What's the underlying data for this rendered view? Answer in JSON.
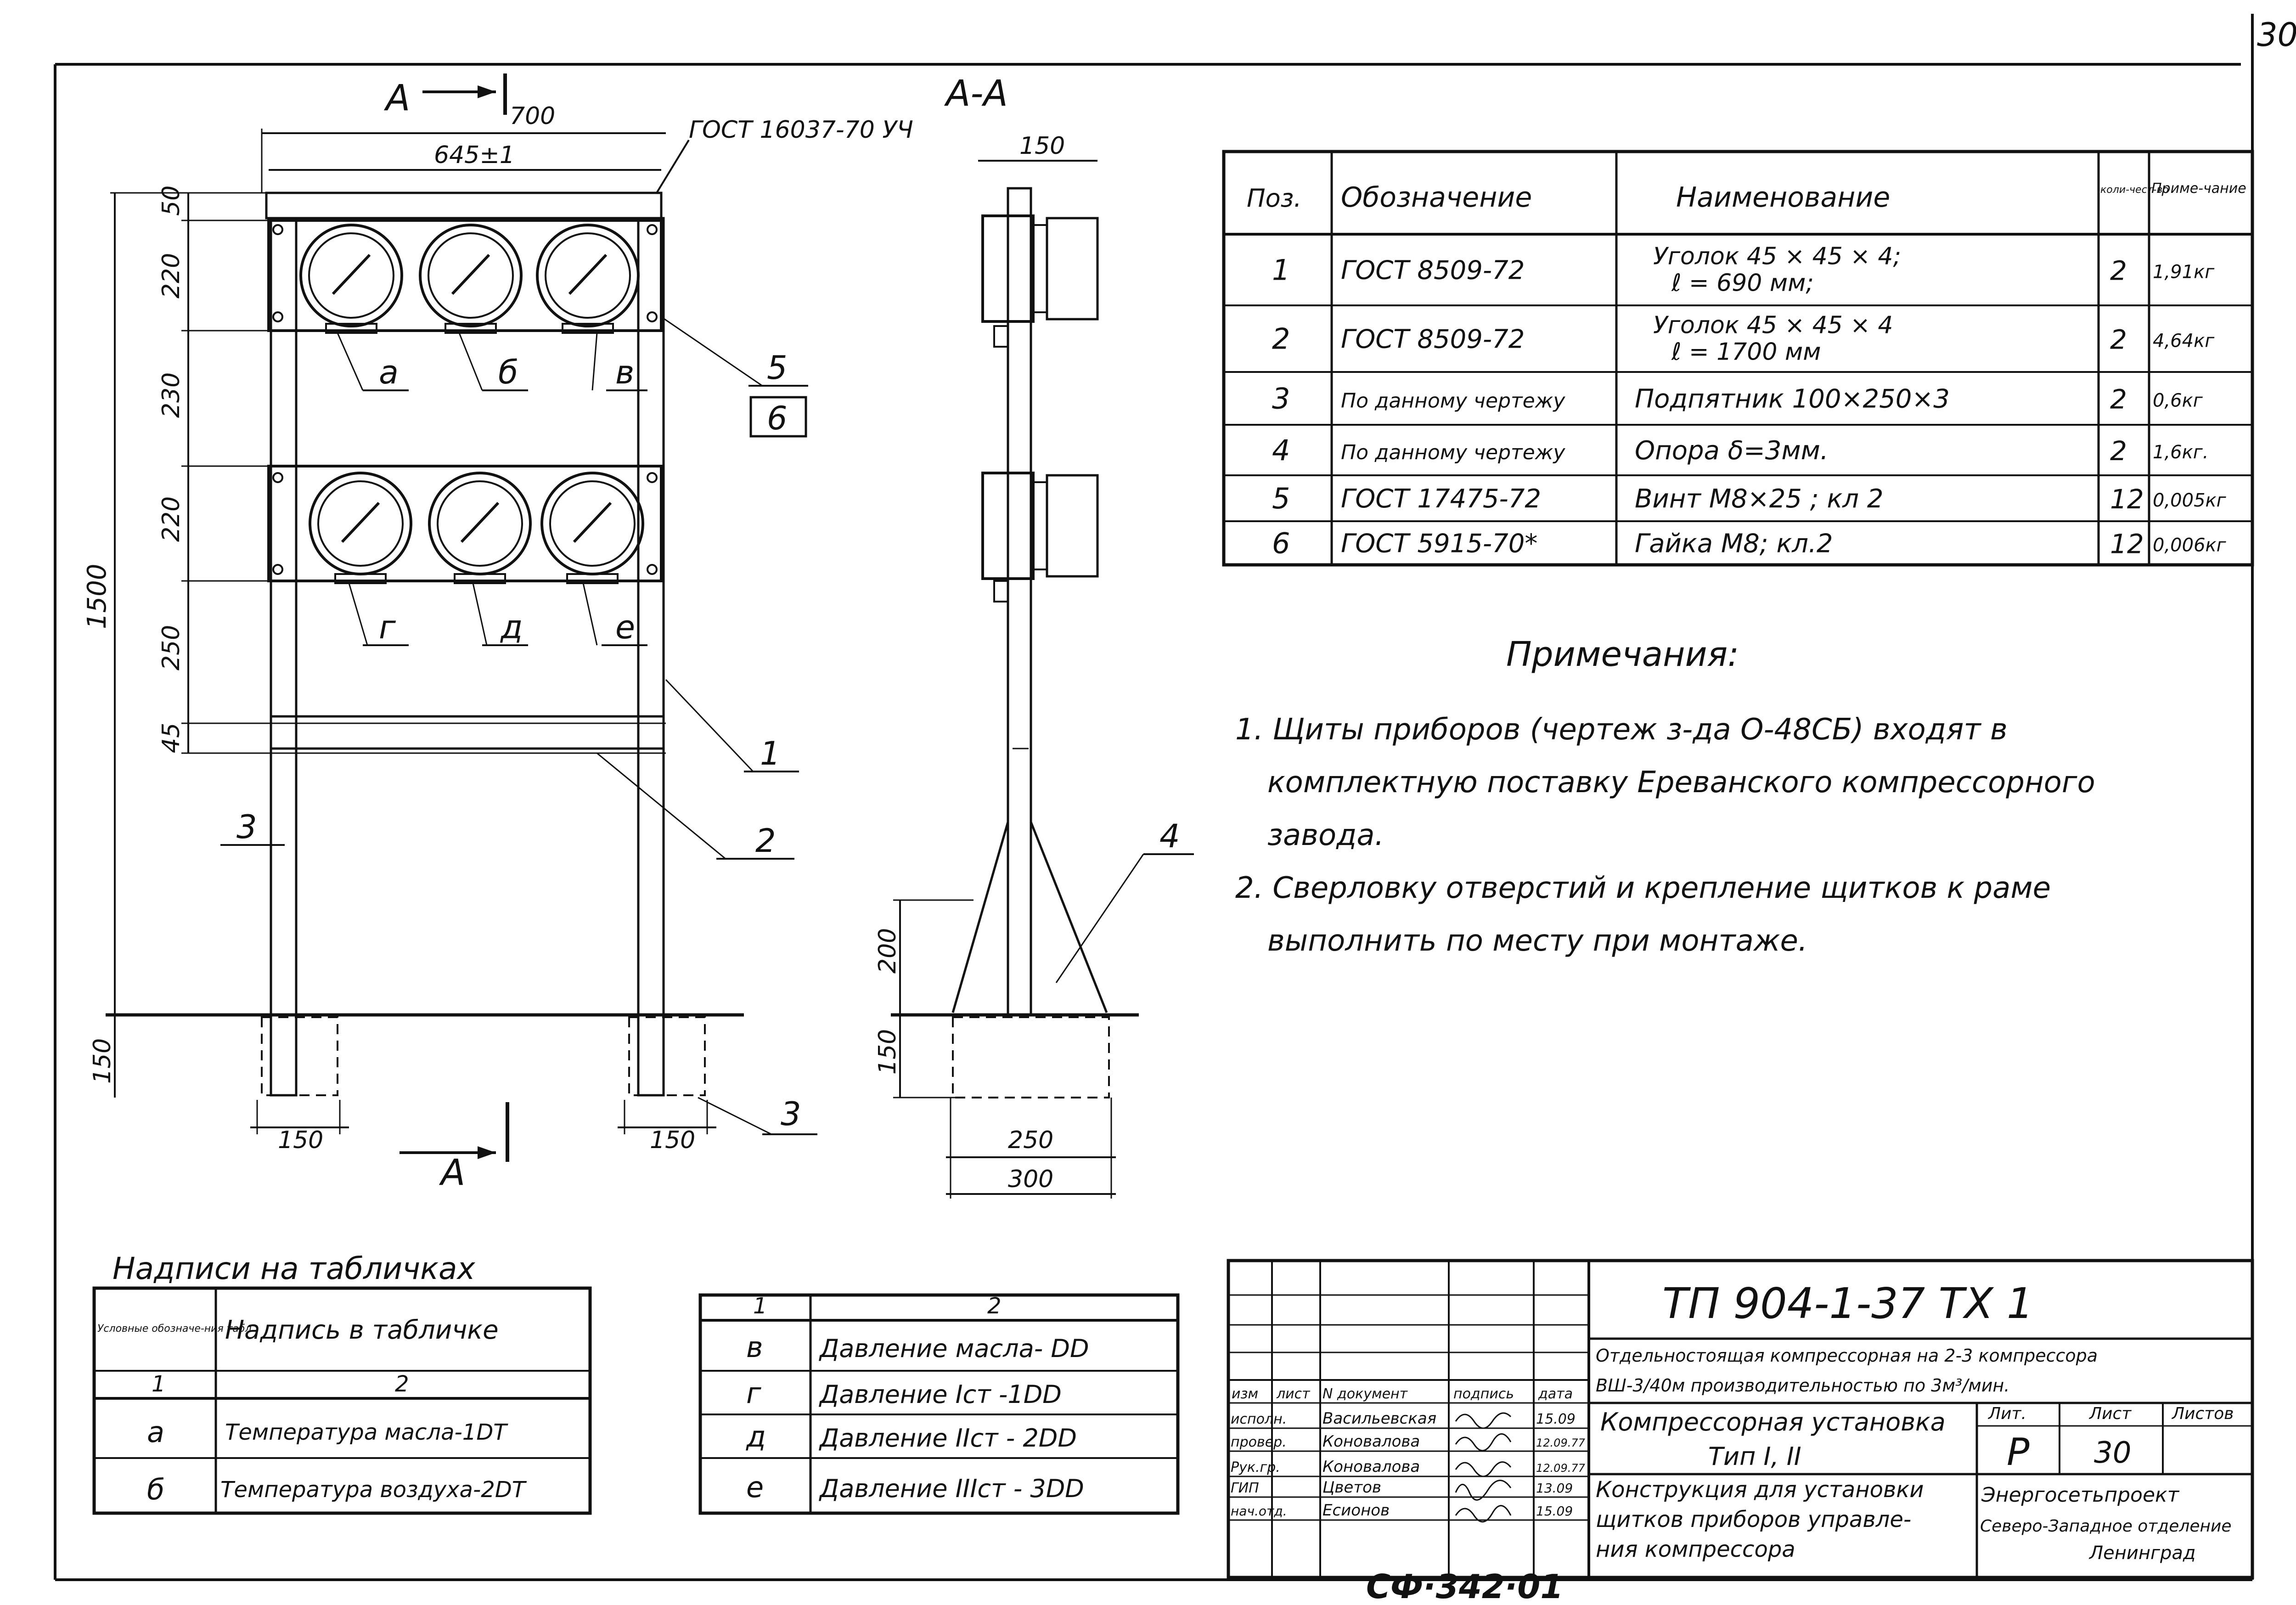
{
  "page": {
    "sheet_corner": "30",
    "archive_code": "СФ·342·01"
  },
  "front_view": {
    "section_mark": "А",
    "std_label": "ГОСТ 16037-70 УЧ",
    "dim_overall_w": "700",
    "dim_inner_w": "645±1",
    "dim_total_h": "1500",
    "dims_vertical": [
      "50",
      "220",
      "230",
      "220",
      "250",
      "45"
    ],
    "dim_found_h": "150",
    "dim_found_w": "150",
    "gauge_letters_top": [
      "а",
      "б",
      "в"
    ],
    "gauge_letters_bottom": [
      "г",
      "д",
      "е"
    ],
    "callouts": [
      "5",
      "6",
      "1",
      "2",
      "3",
      "3"
    ]
  },
  "side_view": {
    "title": "А-А",
    "dim_top": "150",
    "dim_h1": "200",
    "dim_h2": "150",
    "dim_b1": "250",
    "dim_b2": "300",
    "callout": "4"
  },
  "spec_table": {
    "headers": [
      "Поз.",
      "Обозначение",
      "Наименование",
      "коли-чест-во",
      "Приме-чание"
    ],
    "rows": [
      {
        "pos": "1",
        "des": "ГОСТ 8509-72",
        "name": [
          "Уголок 45 × 45 × 4;",
          "ℓ = 690 мм;"
        ],
        "qty": "2",
        "note": "1,91кг"
      },
      {
        "pos": "2",
        "des": "ГОСТ 8509-72",
        "name": [
          "Уголок 45 × 45 × 4",
          "ℓ = 1700 мм"
        ],
        "qty": "2",
        "note": "4,64кг"
      },
      {
        "pos": "3",
        "des": "По данному чертежу",
        "name": [
          "Подпятник 100×250×3"
        ],
        "qty": "2",
        "note": "0,6кг"
      },
      {
        "pos": "4",
        "des": "По данному чертежу",
        "name": [
          "Опора δ=3мм."
        ],
        "qty": "2",
        "note": "1,6кг."
      },
      {
        "pos": "5",
        "des": "ГОСТ 17475-72",
        "name": [
          "Винт М8×25 ; кл 2"
        ],
        "qty": "12",
        "note": "0,005кг"
      },
      {
        "pos": "6",
        "des": "ГОСТ 5915-70*",
        "name": [
          "Гайка М8; кл.2"
        ],
        "qty": "12",
        "note": "0,006кг"
      }
    ]
  },
  "notes": {
    "title": "Примечания:",
    "lines": [
      "1. Щиты приборов (чертеж з-да О-48СБ) входят в",
      "комплектную поставку Ереванского компрессорного",
      "завода.",
      "2. Сверловку отверстий и крепление щитков к раме",
      "выполнить по месту при монтаже."
    ]
  },
  "plates_table": {
    "title": "Надписи на табличках",
    "h1": "Условные обозначе-ния табл.",
    "h2": "Надпись в табличке",
    "n1": "1",
    "n2": "2",
    "rows": [
      [
        "а",
        "Температура масла-1DТ"
      ],
      [
        "б",
        "Температура воздуха-2DТ"
      ]
    ]
  },
  "plates_table2": {
    "n1": "1",
    "n2": "2",
    "rows": [
      [
        "в",
        "Давление масла- DD"
      ],
      [
        "г",
        "Давление Iст -1DD"
      ],
      [
        "д",
        "Давление IIст - 2DD"
      ],
      [
        "е",
        "Давление IIIст - 3DD"
      ]
    ]
  },
  "title_block": {
    "code": "ТП 904-1-37 ТХ 1",
    "desc1": "Отдельностоящая компрессорная на 2-3 компрессора",
    "desc2": "ВШ-3/40м производительностью по 3м³/мин.",
    "col_heads": [
      "изм",
      "лист",
      "N документ",
      "подпись",
      "дата"
    ],
    "people": [
      {
        "role": "исполн.",
        "name": "Васильевская",
        "date": "15.09"
      },
      {
        "role": "провер.",
        "name": "Коновалова",
        "date": "12.09.77"
      },
      {
        "role": "Рук.гр.",
        "name": "Коновалова",
        "date": "12.09.77"
      },
      {
        "role": "ГИП",
        "name": "Цветов",
        "date": "13.09"
      },
      {
        "role": "нач.отд.",
        "name": "Есионов",
        "date": "15.09"
      }
    ],
    "subject1": "Компрессорная установка",
    "subject2": "Тип I, II",
    "drawing1": "Конструкция для установки",
    "drawing2": "щитков приборов управле-",
    "drawing3": "ния компрессора",
    "lit_label": "Лит.",
    "sheet_label": "Лист",
    "sheets_label": "Листов",
    "lit": "Р",
    "sheet": "30",
    "org1": "Энергосетьпроект",
    "org2": "Северо-Западное отделение",
    "org3": "Ленинград"
  }
}
